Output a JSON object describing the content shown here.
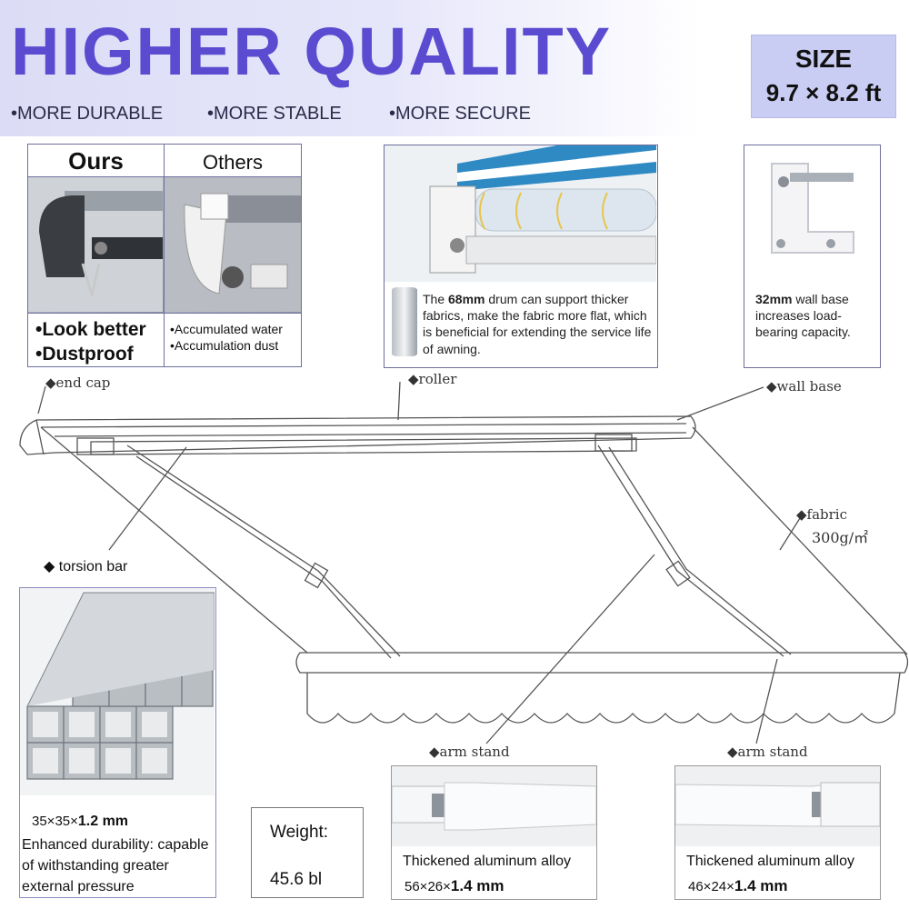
{
  "header": {
    "title": "HIGHER QUALITY",
    "bullets": [
      "•MORE DURABLE",
      "•MORE STABLE",
      "•MORE SECURE"
    ]
  },
  "size": {
    "label": "SIZE",
    "value": "9.7 × 8.2 ft"
  },
  "comparison": {
    "ours_title": "Ours",
    "others_title": "Others",
    "ours_points": [
      "•Look better",
      "•Dustproof"
    ],
    "others_points": [
      "•Accumulated water",
      "•Accumulation dust"
    ]
  },
  "drum": {
    "bold": "68mm",
    "pre": "The ",
    "text": " drum can support thicker fabrics, make the fabric more flat, which is beneficial for extending the service life of awning."
  },
  "wall_base_card": {
    "bold": "32mm",
    "text": " wall base increases load-bearing capacity."
  },
  "diagram_labels": {
    "end_cap": "◆end cap",
    "roller": "◆roller",
    "wall_base": "◆wall base",
    "fabric": "◆fabric",
    "fabric_weight": "300g/㎡",
    "torsion_bar": "◆ torsion bar",
    "arm_stand_1": "◆arm stand",
    "arm_stand_2": "◆arm stand"
  },
  "torsion": {
    "dims_pre": "35×35×",
    "dims_bold": "1.2 mm",
    "text": "Enhanced durability: capable of withstanding greater external pressure"
  },
  "weight": {
    "label": "Weight:",
    "value": "45.6 bl"
  },
  "arm1": {
    "title": "Thickened aluminum alloy",
    "dims_pre": "56×26×",
    "dims_bold": "1.4 mm"
  },
  "arm2": {
    "title": "Thickened aluminum alloy",
    "dims_pre": "46×24×",
    "dims_bold": "1.4 mm"
  }
}
